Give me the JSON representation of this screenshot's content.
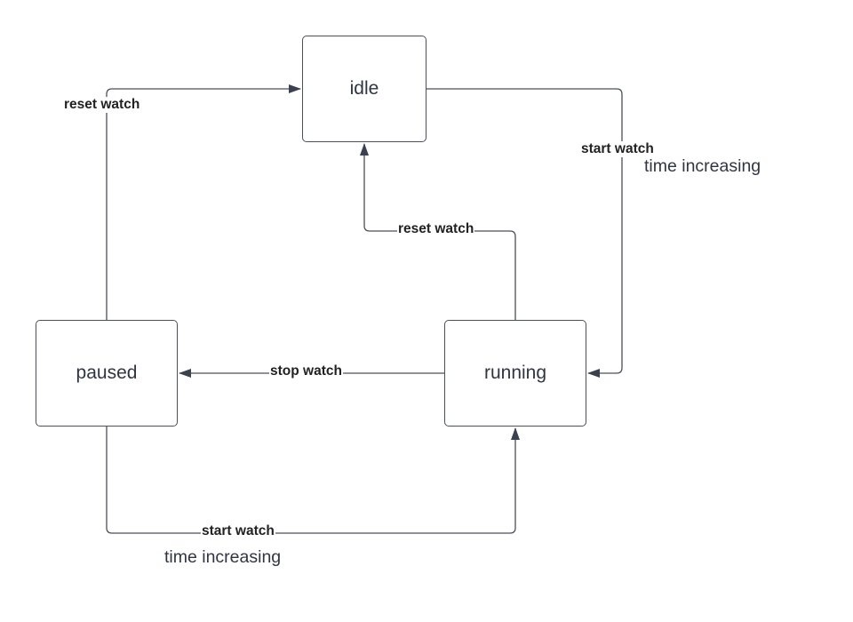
{
  "diagram": {
    "states": {
      "idle": "idle",
      "running": "running",
      "paused": "paused"
    },
    "transitions": {
      "idle_to_running": "start watch",
      "running_to_paused": "stop watch",
      "running_to_idle": "reset watch",
      "paused_to_idle": "reset watch",
      "paused_to_running": "start watch"
    },
    "notes": {
      "idle_to_running": "time increasing",
      "paused_to_running": "time increasing"
    },
    "colors": {
      "line": "#4a4f5a",
      "arrowhead": "#3c4150",
      "text": "#2f3542"
    }
  }
}
